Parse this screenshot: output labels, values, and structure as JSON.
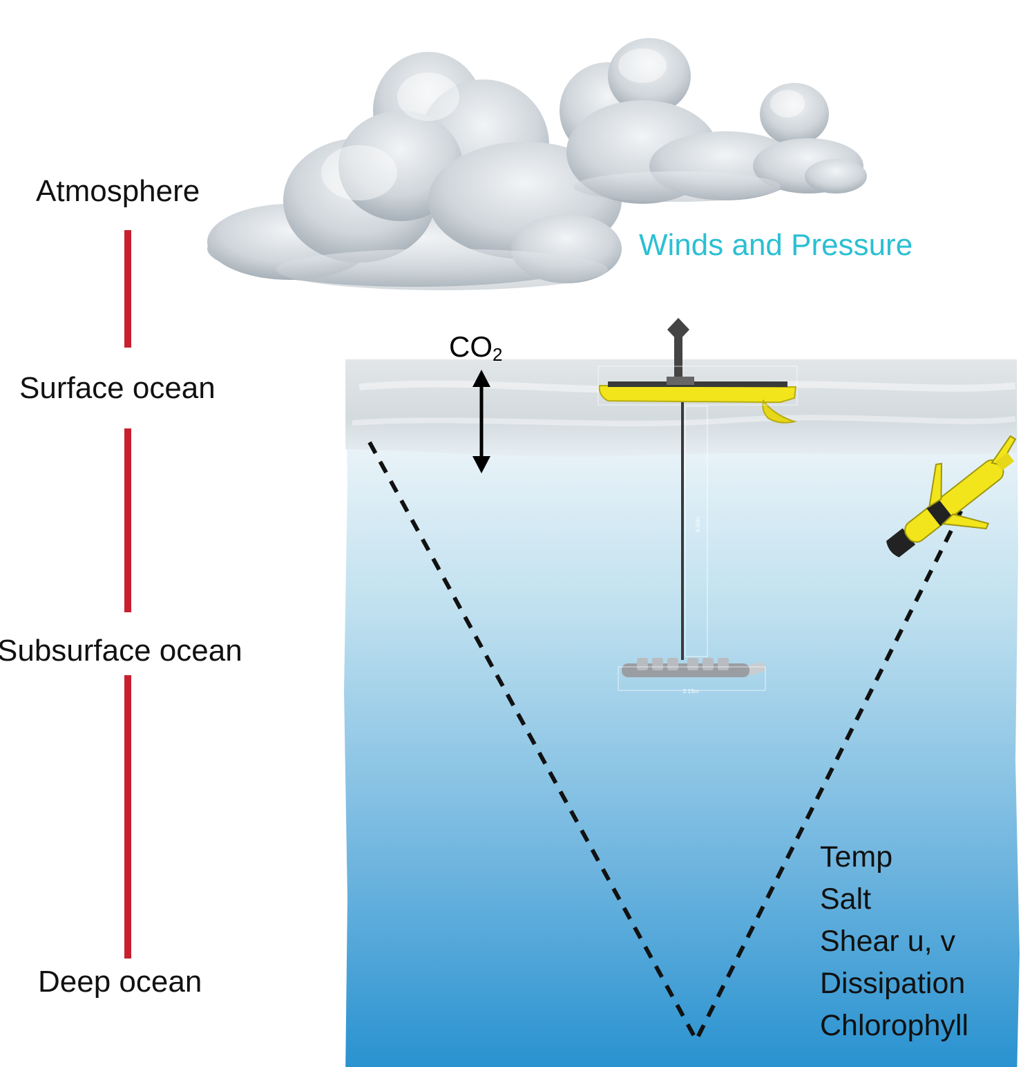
{
  "layers": {
    "atmosphere": "Atmosphere",
    "surface": "Surface ocean",
    "subsurface": "Subsurface ocean",
    "deep": "Deep ocean"
  },
  "annotations": {
    "winds": "Winds and Pressure",
    "co2_main": "CO",
    "co2_sub": "2",
    "glider_length": "2.13m",
    "tether_length": "8.00m"
  },
  "measurements": [
    "Temp",
    "Salt",
    "Shear u, v",
    "Dissipation",
    "Chlorophyll"
  ],
  "colors": {
    "layer_bar": "#c8202f",
    "winds_text": "#2bbfd3",
    "ocean_top": "#d8eef6",
    "ocean_bottom": "#2590cf",
    "vehicle_yellow": "#f2e51c"
  }
}
